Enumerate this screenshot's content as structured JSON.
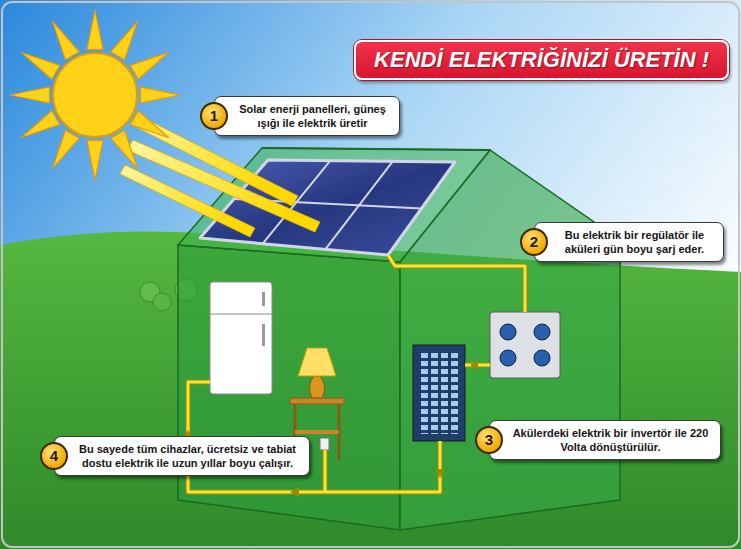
{
  "diagram": {
    "title": "KENDİ ELEKTRİĞİNİZİ ÜRETİN !",
    "nodes": [
      {
        "text": [
          "Solar enerji panelleri, güneş ışığı ile elektrik üretir"
        ]
      },
      {
        "text": [
          "1"
        ],
        "in": 0
      },
      {
        "text": [
          "Bu elektrik bir regülatör ile aküleri gün boyu şarj eder."
        ]
      },
      {
        "text": [
          "2"
        ],
        "in": 2
      },
      {
        "text": [
          "Akülerdeki elektrik bir invertör ile 220 Volta dönüştürülür."
        ]
      },
      {
        "text": [
          "3"
        ],
        "in": 4
      },
      {
        "text": [
          "Bu sayede tüm cihazlar, ücretsiz ve tabiat dostu elektrik ile uzun yıllar boyu çalışır."
        ]
      },
      {
        "text": [
          "4"
        ],
        "in": 6
      }
    ]
  }
}
